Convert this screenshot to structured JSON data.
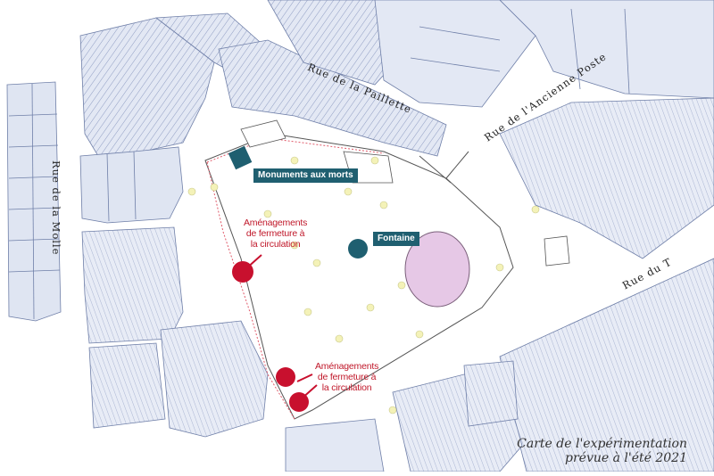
{
  "streets": {
    "paillette": "Rue de la Paillette",
    "ancienne_poste": "Rue de l'Ancienne Poste",
    "molle": "Rue de la Molle",
    "rue_du": "Rue du T"
  },
  "markers": {
    "monuments": "Monuments aux morts",
    "fontaine": "Fontaine"
  },
  "closures": {
    "north": {
      "line1": "Aménagements",
      "line2": "de fermeture à",
      "line3": "la circulation"
    },
    "south": {
      "line1": "Aménagements",
      "line2": "de fermeture à",
      "line3": "la circulation"
    }
  },
  "caption": {
    "line1": "Carte de l'expérimentation",
    "line2": "prévue à l'été 2021"
  },
  "colors": {
    "marker_teal": "#1f5f70",
    "closure_red": "#c8102e",
    "basin_pink": "#e6c8e6",
    "building_fill": "#dde4f2",
    "grid_line": "#7d8db5"
  }
}
